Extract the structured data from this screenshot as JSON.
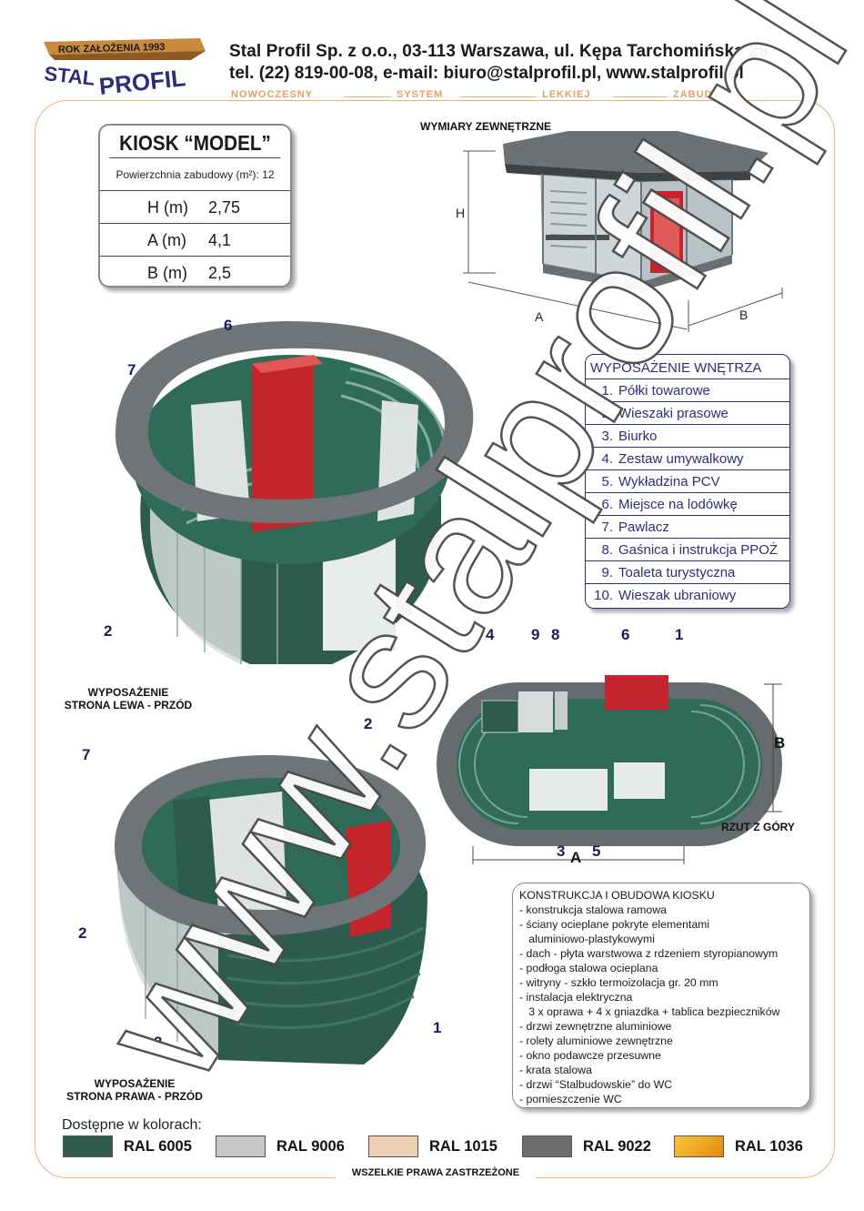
{
  "header": {
    "logo_year_text": "ROK ZAŁOŻENIA 1993",
    "logo_name_1": "STAL",
    "logo_name_2": "PROFIL",
    "company_line1": "Stal Profil Sp. z o.o., 03-113 Warszawa, ul. Kępa Tarchomińska 28",
    "company_line2": "tel. (22) 819-00-08,  e-mail: biuro@stalprofil.pl,  www.stalprofil.pl",
    "tagline": [
      "NOWOCZESNY",
      "SYSTEM",
      "LEKKIEJ",
      "ZABUDOWY"
    ]
  },
  "spec": {
    "title": "KIOSK “MODEL”",
    "area_label": "Powierzchnia zabudowy (m²): 12",
    "rows": [
      {
        "key": "H (m)",
        "value": "2,75"
      },
      {
        "key": "A (m)",
        "value": "4,1"
      },
      {
        "key": "B (m)",
        "value": "2,5"
      }
    ]
  },
  "exterior": {
    "title": "WYMIARY ZEWNĘTRZNE",
    "dim_h": "H",
    "dim_a": "A",
    "dim_b": "B"
  },
  "equipment": {
    "title": "WYPOSAŻENIE WNĘTRZA",
    "items": [
      {
        "n": "1.",
        "t": "Półki towarowe"
      },
      {
        "n": "2.",
        "t": "Wieszaki prasowe"
      },
      {
        "n": "3.",
        "t": "Biurko"
      },
      {
        "n": "4.",
        "t": "Zestaw umywalkowy"
      },
      {
        "n": "5.",
        "t": "Wykładzina PCV"
      },
      {
        "n": "6.",
        "t": "Miejsce na lodówkę"
      },
      {
        "n": "7.",
        "t": "Pawlacz"
      },
      {
        "n": "8.",
        "t": "Gaśnica i instrukcja PPOŻ"
      },
      {
        "n": "9.",
        "t": "Toaleta turystyczna"
      },
      {
        "n": "10.",
        "t": "Wieszak ubraniowy"
      }
    ]
  },
  "views": {
    "left_front": "WYPOSAŻENIE\nSTRONA LEWA - PRZÓD",
    "right_front": "WYPOSAŻENIE\nSTRONA PRAWA - PRZÓD",
    "top": "RZUT Z GÓRY"
  },
  "callouts": {
    "left_view": [
      "6",
      "7",
      "2",
      "3"
    ],
    "top_view": [
      "4",
      "9",
      "8",
      "6",
      "1",
      "2",
      "3",
      "5"
    ],
    "top_dims": [
      "A",
      "B"
    ],
    "right_view": [
      "7",
      "2",
      "3",
      "1"
    ]
  },
  "construction": {
    "title": "KONSTRUKCJA I OBUDOWA KIOSKU",
    "lines": [
      "- konstrukcja stalowa ramowa",
      "- ściany ocieplane pokryte elementami",
      "   aluminiowo-plastykowymi",
      "- dach - płyta warstwowa z rdzeniem styropianowym",
      "- podłoga stalowa ocieplana",
      "- witryny - szkło termoizolacja gr. 20 mm",
      "- instalacja elektryczna",
      "   3 x oprawa + 4 x gniazdka + tablica bezpieczników",
      "- drzwi zewnętrzne aluminiowe",
      "- rolety aluminiowe zewnętrzne",
      "- okno podawcze przesuwne",
      "- krata stalowa",
      "- drzwi “Stalbudowskie” do WC",
      "- pomieszczenie WC"
    ]
  },
  "colors": {
    "title": "Dostępne w kolorach:",
    "items": [
      {
        "name": "RAL 6005",
        "hex": "#2f5b4a"
      },
      {
        "name": "RAL 9006",
        "hex": "#c6c8c8"
      },
      {
        "name": "RAL 1015",
        "hex": "#ecd2b2"
      },
      {
        "name": "RAL 9022",
        "hex": "#6e6e6e"
      },
      {
        "name": "RAL 1036",
        "hex": "#e8a419"
      }
    ]
  },
  "footer": "WSZELKIE PRAWA ZASTRZEŻONE",
  "watermark": "www.stalprofil.pl",
  "palette": {
    "green": "#2e5f50",
    "frame": "#e6b27a",
    "navy": "#2d2d7a"
  }
}
